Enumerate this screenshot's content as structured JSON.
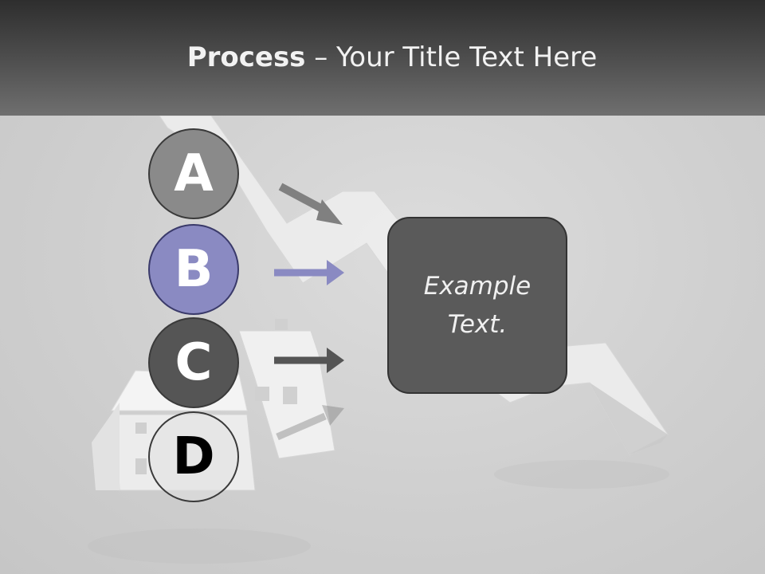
{
  "header": {
    "title_bold": "Process",
    "title_rest": " – Your Title Text Here"
  },
  "steps": [
    {
      "letter": "A",
      "color": "#8a8a8a"
    },
    {
      "letter": "B",
      "color": "#8a8ac2"
    },
    {
      "letter": "C",
      "color": "#555555"
    },
    {
      "letter": "D",
      "color": "#e0e0e0"
    }
  ],
  "text_box": {
    "text": "Example Text.",
    "color": "#5a5a5a"
  },
  "colors": {
    "header_dark": "#2e2e2e",
    "background": "#cfcfcf",
    "accent_purple": "#8a8ac2"
  }
}
